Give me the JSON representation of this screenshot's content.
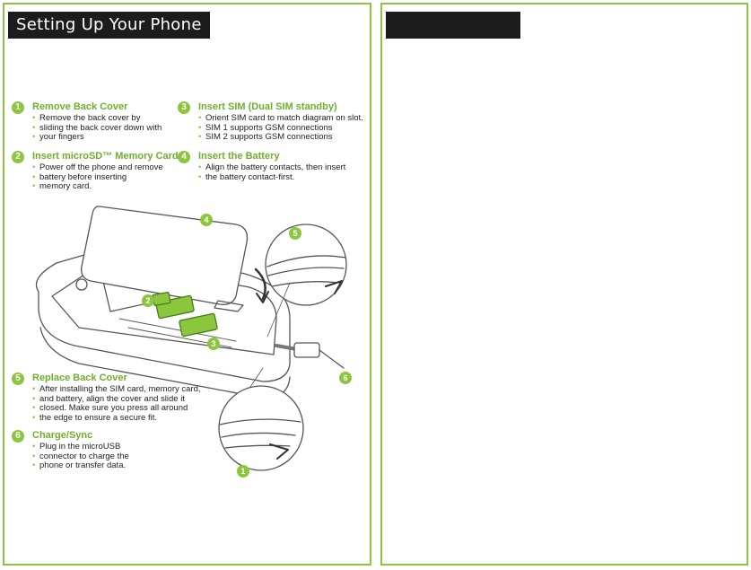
{
  "page": {
    "title": "Setting Up Your Phone",
    "right_title": ""
  },
  "steps": [
    {
      "num": "1",
      "heading": "Remove Back Cover",
      "lines": [
        "Remove the back cover by",
        "sliding the back cover down with",
        "your fingers"
      ]
    },
    {
      "num": "2",
      "heading": "Insert microSD™ Memory Card",
      "lines": [
        "Power off the phone and remove",
        "battery before inserting",
        "memory card."
      ]
    },
    {
      "num": "3",
      "heading": "Insert SIM (Dual SIM standby)",
      "lines": [
        "Orient SIM card to match diagram on slot.",
        "SIM 1 supports GSM connections",
        "SIM 2 supports GSM connections"
      ]
    },
    {
      "num": "4",
      "heading": "Insert the Battery",
      "lines": [
        "Align the battery contacts, then insert",
        "the battery contact-first."
      ]
    },
    {
      "num": "5",
      "heading": "Replace Back Cover",
      "lines": [
        "After installing the SIM card, memory card,",
        "and battery, align the cover and slide it",
        "closed. Make sure you press all around",
        "the edge to ensure a secure fit."
      ]
    },
    {
      "num": "6",
      "heading": "Charge/Sync",
      "lines": [
        "Plug in the microUSB",
        "connector to charge the",
        "phone or transfer data."
      ]
    }
  ],
  "callouts": [
    "1",
    "2",
    "3",
    "4",
    "5",
    "6"
  ],
  "colors": {
    "accent": "#8cc63f",
    "title_bg": "#1c1c1c",
    "line_art": "#555555"
  }
}
